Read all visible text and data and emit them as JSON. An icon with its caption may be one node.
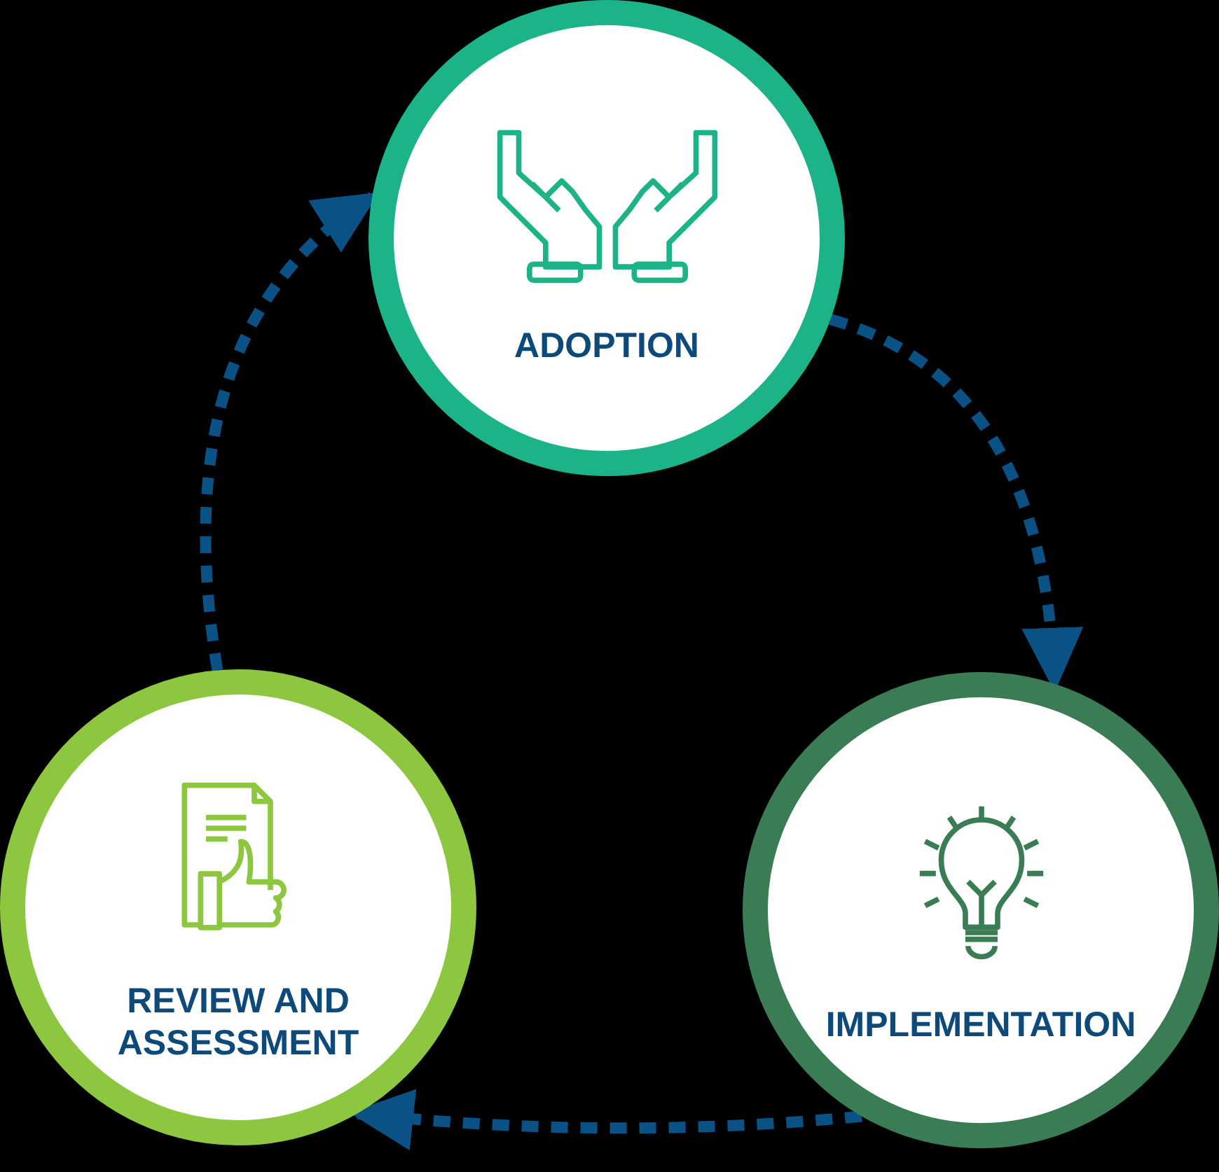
{
  "diagram": {
    "nodes": [
      {
        "text": [
          "ADOPTION"
        ]
      },
      {
        "text": [
          "IMPLEMENTATION"
        ]
      },
      {
        "text": [
          "REVIEW AND ASSESSMENT"
        ]
      }
    ],
    "edges": [
      {
        "from": 0,
        "to": 1,
        "arrow": "to",
        "style": "dashed"
      },
      {
        "from": 1,
        "to": 2,
        "arrow": "to",
        "style": "dashed"
      },
      {
        "from": 2,
        "to": 0,
        "arrow": "to",
        "style": "dashed"
      }
    ]
  }
}
